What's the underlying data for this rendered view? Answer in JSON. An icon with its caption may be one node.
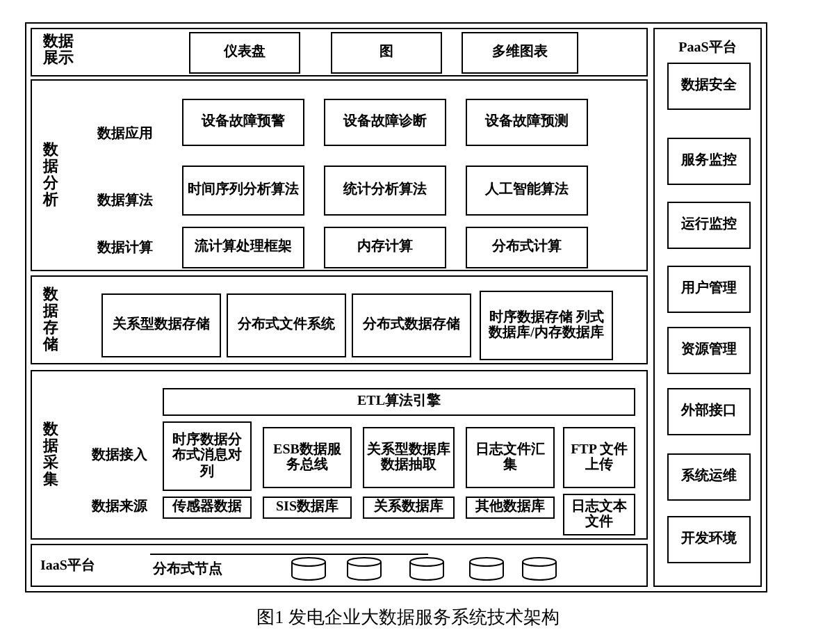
{
  "diagram": {
    "caption": "图1 发电企业大数据服务系统技术架构",
    "nodes": [
      {
        "text": [
          "数据展示"
        ]
      },
      {
        "text": [
          "仪表盘"
        ],
        "in": 0
      },
      {
        "text": [
          "图"
        ],
        "in": 0
      },
      {
        "text": [
          "多维图表"
        ],
        "in": 0
      },
      {
        "text": [
          "数据分析"
        ]
      },
      {
        "text": [
          "设备故障预警"
        ],
        "in": 4
      },
      {
        "text": [
          "设备故障诊断"
        ],
        "in": 4
      },
      {
        "text": [
          "设备故障预测"
        ],
        "in": 4
      },
      {
        "text": [
          "时间序列分析算法"
        ],
        "in": 4
      },
      {
        "text": [
          "统计分析算法"
        ],
        "in": 4
      },
      {
        "text": [
          "人工智能算法"
        ],
        "in": 4
      },
      {
        "text": [
          "流计算处理框架"
        ],
        "in": 4
      },
      {
        "text": [
          "内存计算"
        ],
        "in": 4
      },
      {
        "text": [
          "分布式计算"
        ],
        "in": 4
      },
      {
        "text": [
          "数据存储"
        ]
      },
      {
        "text": [
          "关系型数据存储"
        ],
        "in": 14
      },
      {
        "text": [
          "分布式文件系统"
        ],
        "in": 14
      },
      {
        "text": [
          "分布式数据存储"
        ],
        "in": 14
      },
      {
        "text": [
          "时序数据存储 列式数据库/内存数据库"
        ],
        "in": 14
      },
      {
        "text": [
          "数据采集"
        ]
      },
      {
        "text": [
          "ETL算法引擎"
        ],
        "in": 19
      },
      {
        "text": [
          "时序数据分布式消息对列"
        ],
        "in": 19
      },
      {
        "text": [
          "ESB数据服务总线"
        ],
        "in": 19
      },
      {
        "text": [
          "关系型数据库数据抽取"
        ],
        "in": 19
      },
      {
        "text": [
          "日志文件汇集"
        ],
        "in": 19
      },
      {
        "text": [
          "FTP 文件上传"
        ],
        "in": 19
      },
      {
        "text": [
          "传感器数据"
        ],
        "in": 19
      },
      {
        "text": [
          "SIS数据库"
        ],
        "in": 19
      },
      {
        "text": [
          "关系数据库"
        ],
        "in": 19
      },
      {
        "text": [
          "其他数据库"
        ],
        "in": 19
      },
      {
        "text": [
          "日志文本文件"
        ],
        "in": 19
      },
      {
        "text": [
          "IaaS平台"
        ]
      },
      {
        "text": [],
        "shape": "cylinder",
        "in": 31
      },
      {
        "text": [],
        "shape": "cylinder",
        "in": 31
      },
      {
        "text": [],
        "shape": "cylinder",
        "in": 31
      },
      {
        "text": [],
        "shape": "cylinder",
        "in": 31
      },
      {
        "text": [],
        "shape": "cylinder",
        "in": 31
      },
      {
        "text": [
          "PaaS平台"
        ]
      },
      {
        "text": [
          "数据安全"
        ],
        "in": 37
      },
      {
        "text": [
          "服务监控"
        ],
        "in": 37
      },
      {
        "text": [
          "运行监控"
        ],
        "in": 37
      },
      {
        "text": [
          "用户管理"
        ],
        "in": 37
      },
      {
        "text": [
          "资源管理"
        ],
        "in": 37
      },
      {
        "text": [
          "外部接口"
        ],
        "in": 37
      },
      {
        "text": [
          "系统运维"
        ],
        "in": 37
      },
      {
        "text": [
          "开发环境"
        ],
        "in": 37
      }
    ],
    "labels": [
      "数据应用",
      "数据算法",
      "数据计算",
      "数据接入",
      "数据来源",
      "分布式节点"
    ]
  }
}
